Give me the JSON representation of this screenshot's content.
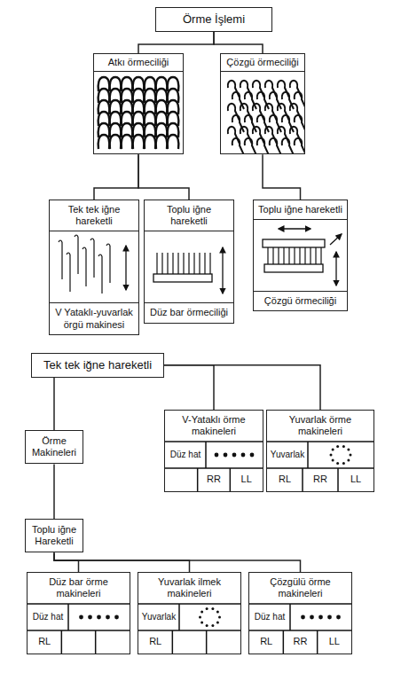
{
  "diagram": {
    "nodes": [
      {
        "text": [
          "Örme İşlemi"
        ]
      },
      {
        "text": [
          "Atkı örmeciliği"
        ]
      },
      {
        "text": [
          "Çözgü örmeciliği"
        ]
      },
      {
        "text": [
          "Tek tek iğne hareketli",
          "V Yataklı-yuvarlak örgü makinesi"
        ]
      },
      {
        "text": [
          "Toplu iğne hareketli",
          "Düz bar örmeciliği"
        ]
      },
      {
        "text": [
          "Toplu iğne hareketli",
          "Çözgü örmeciliği"
        ]
      },
      {
        "text": [
          "Tek tek iğne hareketli"
        ]
      },
      {
        "text": [
          "Örme Makineleri"
        ]
      },
      {
        "text": [
          "V-Yataklı örme makineleri"
        ]
      },
      {
        "text": [
          "Düz hat"
        ],
        "in": 8
      },
      {
        "text": [
          "RR"
        ],
        "in": 8
      },
      {
        "text": [
          "LL"
        ],
        "in": 8
      },
      {
        "text": [
          "Yuvarlak örme makineleri"
        ]
      },
      {
        "text": [
          "Yuvarlak"
        ],
        "in": 12
      },
      {
        "text": [
          "RL"
        ],
        "in": 12
      },
      {
        "text": [
          "RR"
        ],
        "in": 12
      },
      {
        "text": [
          "LL"
        ],
        "in": 12
      },
      {
        "text": [
          "Toplu iğne Hareketli"
        ]
      },
      {
        "text": [
          "Düz bar örme makineleri"
        ]
      },
      {
        "text": [
          "Düz hat"
        ],
        "in": 18
      },
      {
        "text": [
          "RL"
        ],
        "in": 18
      },
      {
        "text": [
          "Yuvarlak ilmek makineleri"
        ]
      },
      {
        "text": [
          "Yuvarlak"
        ],
        "in": 21
      },
      {
        "text": [
          "RL"
        ],
        "in": 21
      },
      {
        "text": [
          "Çözgülü örme makineleri"
        ]
      },
      {
        "text": [
          "Düz hat"
        ],
        "in": 24
      },
      {
        "text": [
          "RL"
        ],
        "in": 24
      },
      {
        "text": [
          "RR"
        ],
        "in": 24
      },
      {
        "text": [
          "LL"
        ],
        "in": 24
      }
    ],
    "edges": [
      {
        "from": 0,
        "to": 1,
        "arrow": "none"
      },
      {
        "from": 0,
        "to": 2,
        "arrow": "none"
      },
      {
        "from": 1,
        "to": 3,
        "arrow": "none"
      },
      {
        "from": 1,
        "to": 4,
        "arrow": "none"
      },
      {
        "from": 2,
        "to": 5,
        "arrow": "none"
      },
      {
        "from": 7,
        "to": 6,
        "arrow": "none"
      },
      {
        "from": 6,
        "to": 8,
        "arrow": "none"
      },
      {
        "from": 6,
        "to": 12,
        "arrow": "none"
      },
      {
        "from": 7,
        "to": 17,
        "arrow": "none"
      },
      {
        "from": 17,
        "to": 18,
        "arrow": "none"
      },
      {
        "from": 17,
        "to": 21,
        "arrow": "none"
      },
      {
        "from": 17,
        "to": 24,
        "arrow": "none"
      }
    ]
  }
}
